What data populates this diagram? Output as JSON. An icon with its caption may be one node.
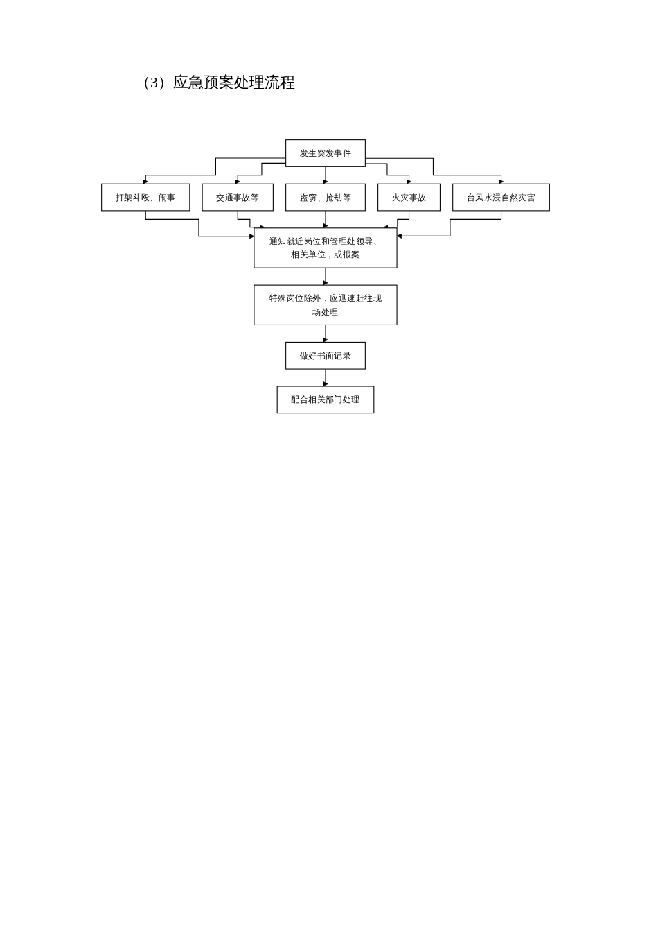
{
  "diagram": {
    "title": "（3）应急预案处理流程",
    "nodes": [
      {
        "text": [
          "发生突发事件"
        ]
      },
      {
        "text": [
          "打架斗殴、闹事"
        ]
      },
      {
        "text": [
          "交通事故等"
        ]
      },
      {
        "text": [
          "盗窃、抢劫等"
        ]
      },
      {
        "text": [
          "火灾事故"
        ]
      },
      {
        "text": [
          "台风水浸自然灾害"
        ]
      },
      {
        "text": [
          "通知就近岗位和管理处领导、相关单位，或报案"
        ]
      },
      {
        "text": [
          "特殊岗位除外，应迅速赶往现场处理"
        ]
      },
      {
        "text": [
          "做好书面记录"
        ]
      },
      {
        "text": [
          "配合相关部门处理"
        ]
      }
    ],
    "edges": [
      {
        "from": 0,
        "to": 1,
        "arrow": "to"
      },
      {
        "from": 0,
        "to": 2,
        "arrow": "to"
      },
      {
        "from": 0,
        "to": 3,
        "arrow": "to"
      },
      {
        "from": 0,
        "to": 4,
        "arrow": "to"
      },
      {
        "from": 0,
        "to": 5,
        "arrow": "to"
      },
      {
        "from": 1,
        "to": 6,
        "arrow": "to"
      },
      {
        "from": 2,
        "to": 6,
        "arrow": "to"
      },
      {
        "from": 3,
        "to": 6,
        "arrow": "to"
      },
      {
        "from": 4,
        "to": 6,
        "arrow": "to"
      },
      {
        "from": 5,
        "to": 6,
        "arrow": "to"
      },
      {
        "from": 6,
        "to": 7,
        "arrow": "to"
      },
      {
        "from": 7,
        "to": 8,
        "arrow": "to"
      },
      {
        "from": 8,
        "to": 9,
        "arrow": "to"
      }
    ]
  }
}
